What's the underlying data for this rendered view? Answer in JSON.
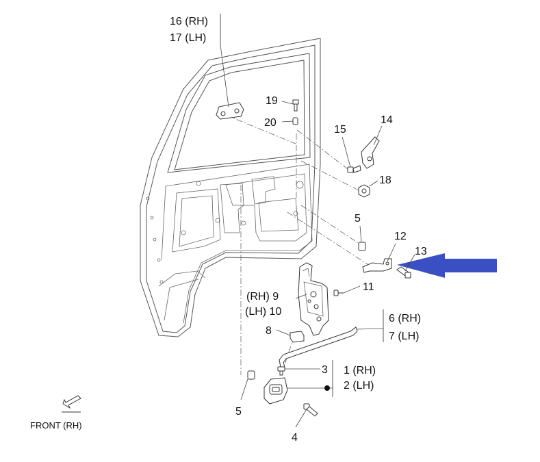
{
  "labels": {
    "p16_17_rh": "16 (RH)",
    "p16_17_lh": "17 (LH)",
    "p19": "19",
    "p20": "20",
    "p15": "15",
    "p14": "14",
    "p18": "18",
    "p5_top": "5",
    "p12": "12",
    "p13": "13",
    "p9_rh": "(RH) 9",
    "p10_lh": "(LH) 10",
    "p11": "11",
    "p6_rh": "6 (RH)",
    "p7_lh": "7 (LH)",
    "p8": "8",
    "p3": "3",
    "p1_rh": "1 (RH)",
    "p2_lh": "2 (LH)",
    "p5_bottom": "5",
    "p4": "4",
    "front": "FRONT (RH)"
  },
  "colors": {
    "arrow": "#3b4fc4",
    "line": "#555555"
  },
  "icons": {
    "highlight_arrow": "left-arrow",
    "front_indicator": "front-direction-arrow"
  }
}
